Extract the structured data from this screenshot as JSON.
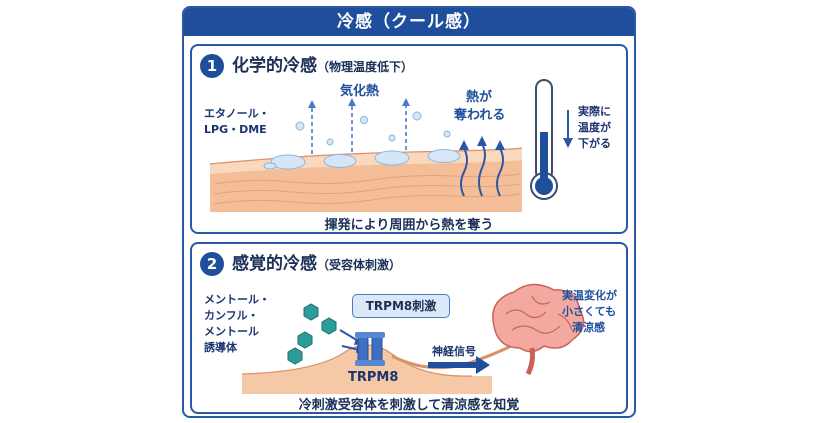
{
  "header": {
    "title": "冷感（クール感）"
  },
  "panel1": {
    "number": "1",
    "title": "化学的冷感",
    "subtitle": "（物理温度低下）",
    "substance_label_1": "エタノール・",
    "substance_label_2": "LPG・DME",
    "vapor_label": "気化熱",
    "heat_label_1": "熱が",
    "heat_label_2": "奪われる",
    "temp_label_1": "実際に",
    "temp_label_2": "温度が",
    "temp_label_3": "下がる",
    "caption": "揮発により周囲から熱を奪う"
  },
  "panel2": {
    "number": "2",
    "title": "感覚的冷感",
    "subtitle": "（受容体刺激）",
    "substance_label_1": "メントール・",
    "substance_label_2": "カンフル・",
    "substance_label_3": "メントール",
    "substance_label_4": "誘導体",
    "receptor_badge": "TRPM8刺激",
    "receptor_label": "TRPM8",
    "nerve_label": "神経信号",
    "brain_label_1": "実温変化が",
    "brain_label_2": "小さくても",
    "brain_label_3": "清涼感",
    "caption": "冷刺激受容体を刺激して清涼感を知覚"
  },
  "colors": {
    "primary": "#1e4e9c",
    "skin": "#f6c9a6",
    "droplet": "#c9dff2",
    "molecule": "#2a9d9a",
    "thermometer_red": "#1e4e9c"
  }
}
